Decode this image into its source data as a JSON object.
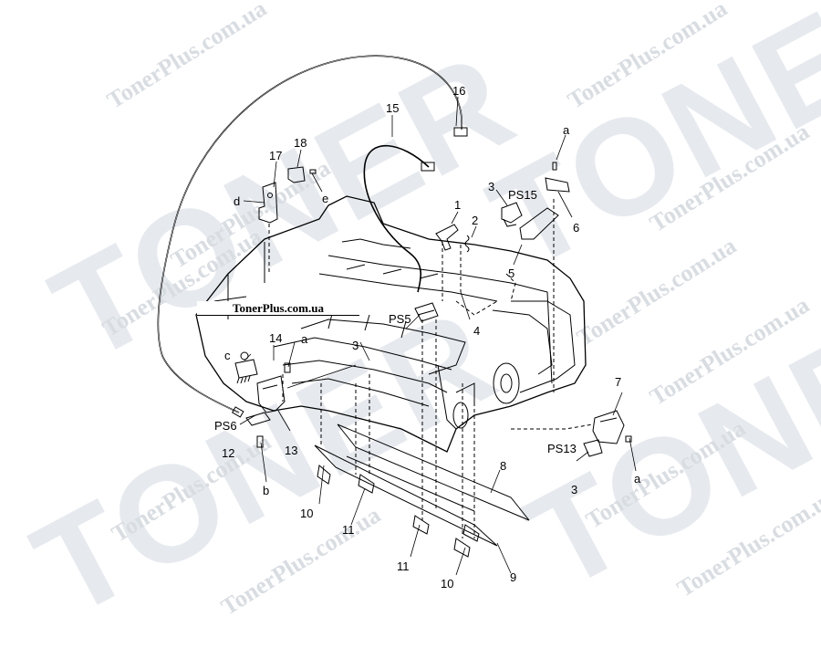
{
  "watermark": {
    "brand": "TONER",
    "site": "TonerPlus.com.ua"
  },
  "banner": "TonerPlus.com.ua",
  "callouts": {
    "c1": "1",
    "c2": "2",
    "c3a": "3",
    "c3b": "3",
    "c3c": "3",
    "c4": "4",
    "c5": "5",
    "c6": "6",
    "c7": "7",
    "c8": "8",
    "c9": "9",
    "c10a": "10",
    "c10b": "10",
    "c11a": "11",
    "c11b": "11",
    "c12": "12",
    "c13": "13",
    "c14": "14",
    "c15": "15",
    "c16": "16",
    "c17": "17",
    "c18": "18",
    "ca1": "a",
    "ca2": "a",
    "ca3": "a",
    "cb": "b",
    "cc": "c",
    "cd": "d",
    "ce": "e",
    "ps5": "PS5",
    "ps6": "PS6",
    "ps13": "PS13",
    "ps15": "PS15"
  }
}
